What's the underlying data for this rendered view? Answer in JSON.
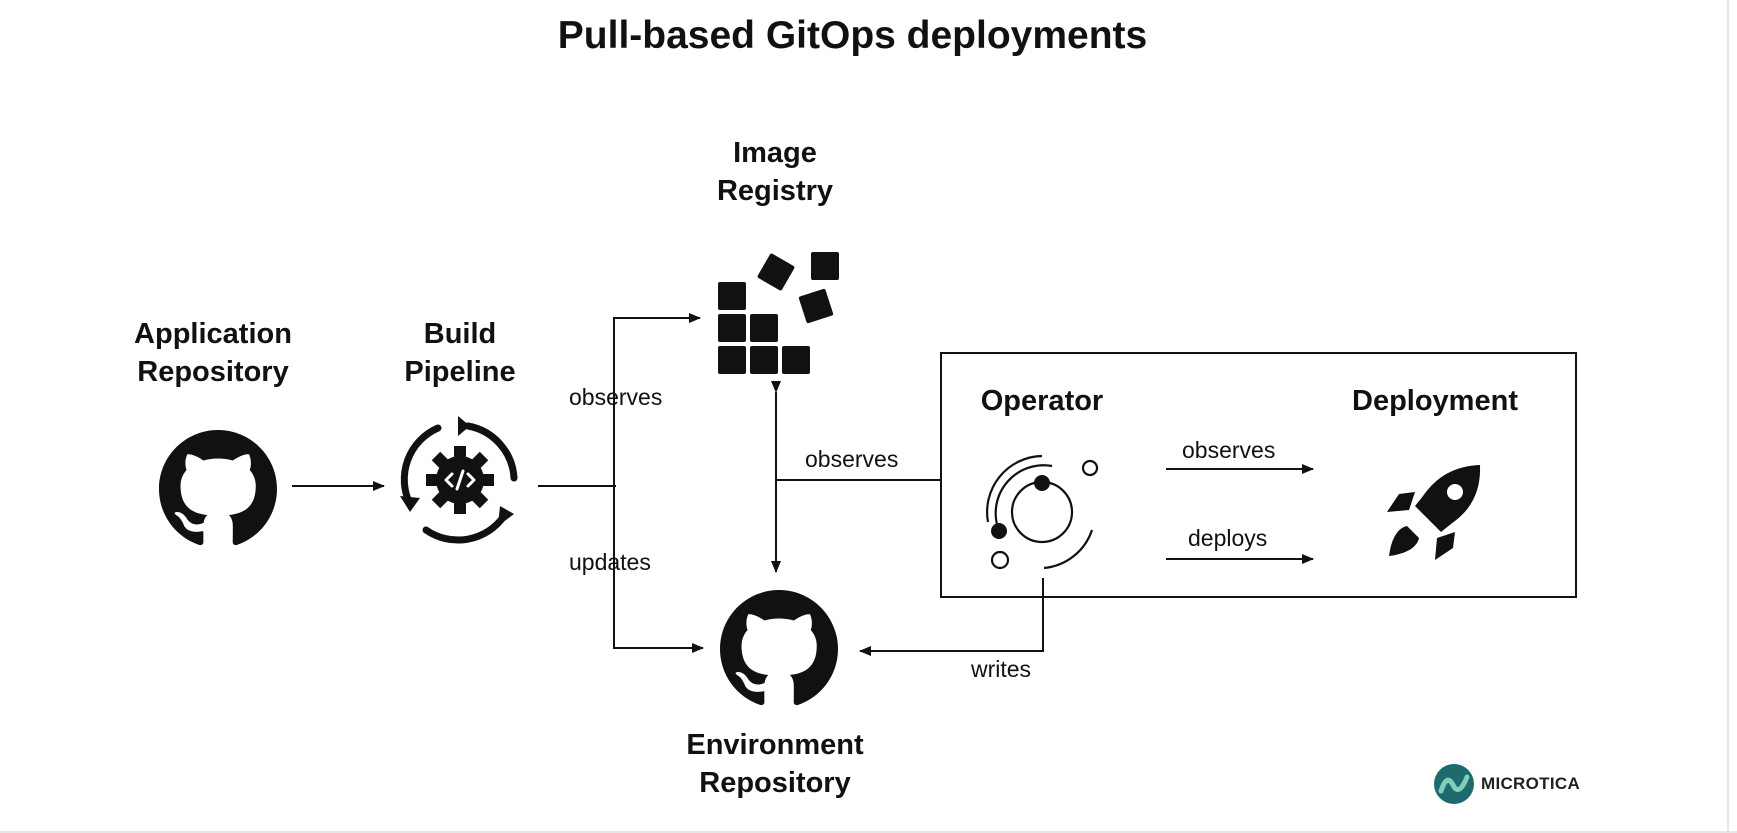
{
  "title": "Pull-based GitOps deployments",
  "nodes": {
    "app_repo": {
      "line1": "Application",
      "line2": "Repository",
      "icon": "github-icon"
    },
    "build": {
      "line1": "Build",
      "line2": "Pipeline",
      "icon": "gear-code-cycle-icon"
    },
    "registry": {
      "line1": "Image",
      "line2": "Registry",
      "icon": "blocks-icon"
    },
    "env_repo": {
      "line1": "Environment",
      "line2": "Repository",
      "icon": "github-icon"
    },
    "operator": {
      "label": "Operator",
      "icon": "orbit-icon"
    },
    "deployment": {
      "label": "Deployment",
      "icon": "rocket-icon"
    }
  },
  "edges": {
    "build_to_registry": "observes",
    "build_to_env": "updates",
    "cluster_to_registry": "observes",
    "operator_to_deployment_observes": "observes",
    "operator_to_deployment_deploys": "deploys",
    "operator_to_env": "writes"
  },
  "brand": {
    "name": "MICROTICA"
  }
}
